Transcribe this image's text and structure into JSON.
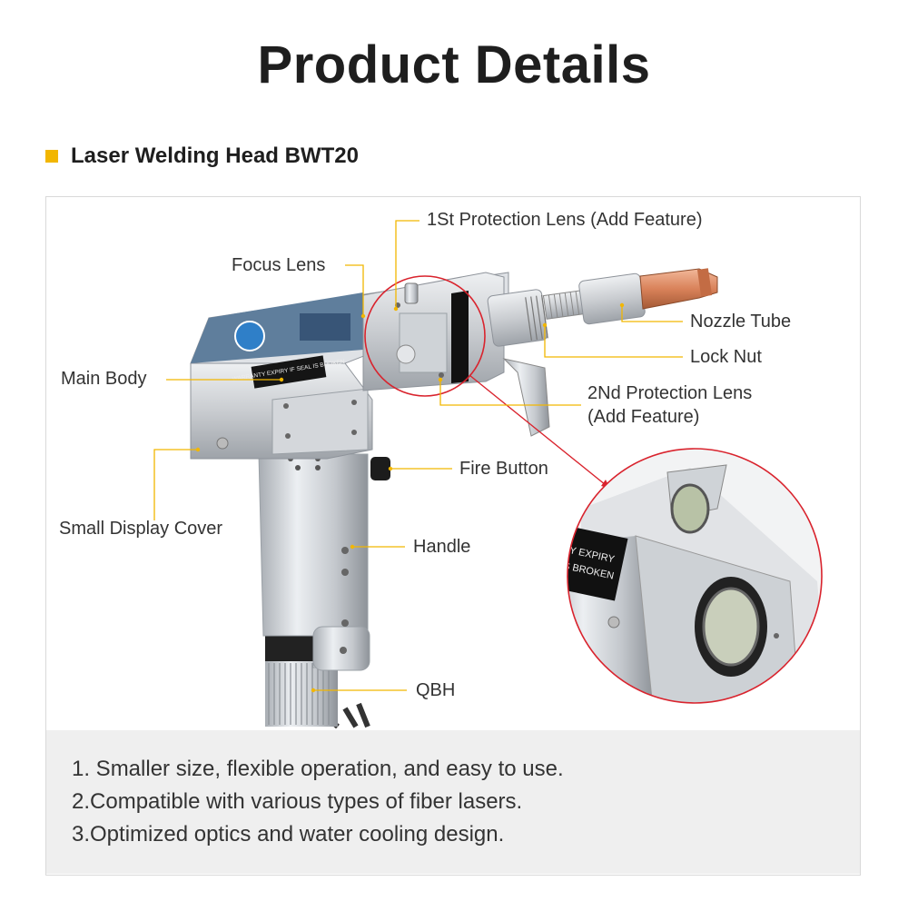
{
  "header": {
    "title": "Product Details",
    "subtitle": "Laser Welding Head BWT20",
    "accent_color": "#f2b600"
  },
  "device_label_text": {
    "sticker": "WARRANTY EXPIRY IF SEAL IS BROKEN",
    "zoom_sticker_line1": "Y EXPIRY",
    "zoom_sticker_line2": "S BROKEN"
  },
  "callouts": {
    "first_protection_lens": "1St Protection Lens (Add Feature)",
    "focus_lens": "Focus Lens",
    "nozzle_tube": "Nozzle Tube",
    "lock_nut": "Lock Nut",
    "main_body": "Main Body",
    "second_protection_lens_line1": "2Nd Protection Lens",
    "second_protection_lens_line2": "(Add Feature)",
    "fire_button": "Fire Button",
    "small_display_cover": "Small Display Cover",
    "handle": "Handle",
    "qbh": "QBH"
  },
  "features": [
    "1. Smaller size, flexible operation, and easy to use.",
    "2.Compatible with various types of fiber lasers.",
    "3.Optimized optics and water cooling design."
  ],
  "colors": {
    "callout_line": "#f2b600",
    "zoom_circle": "#d9232d",
    "metal": "#c9ccd0",
    "copper": "#d9825a"
  }
}
